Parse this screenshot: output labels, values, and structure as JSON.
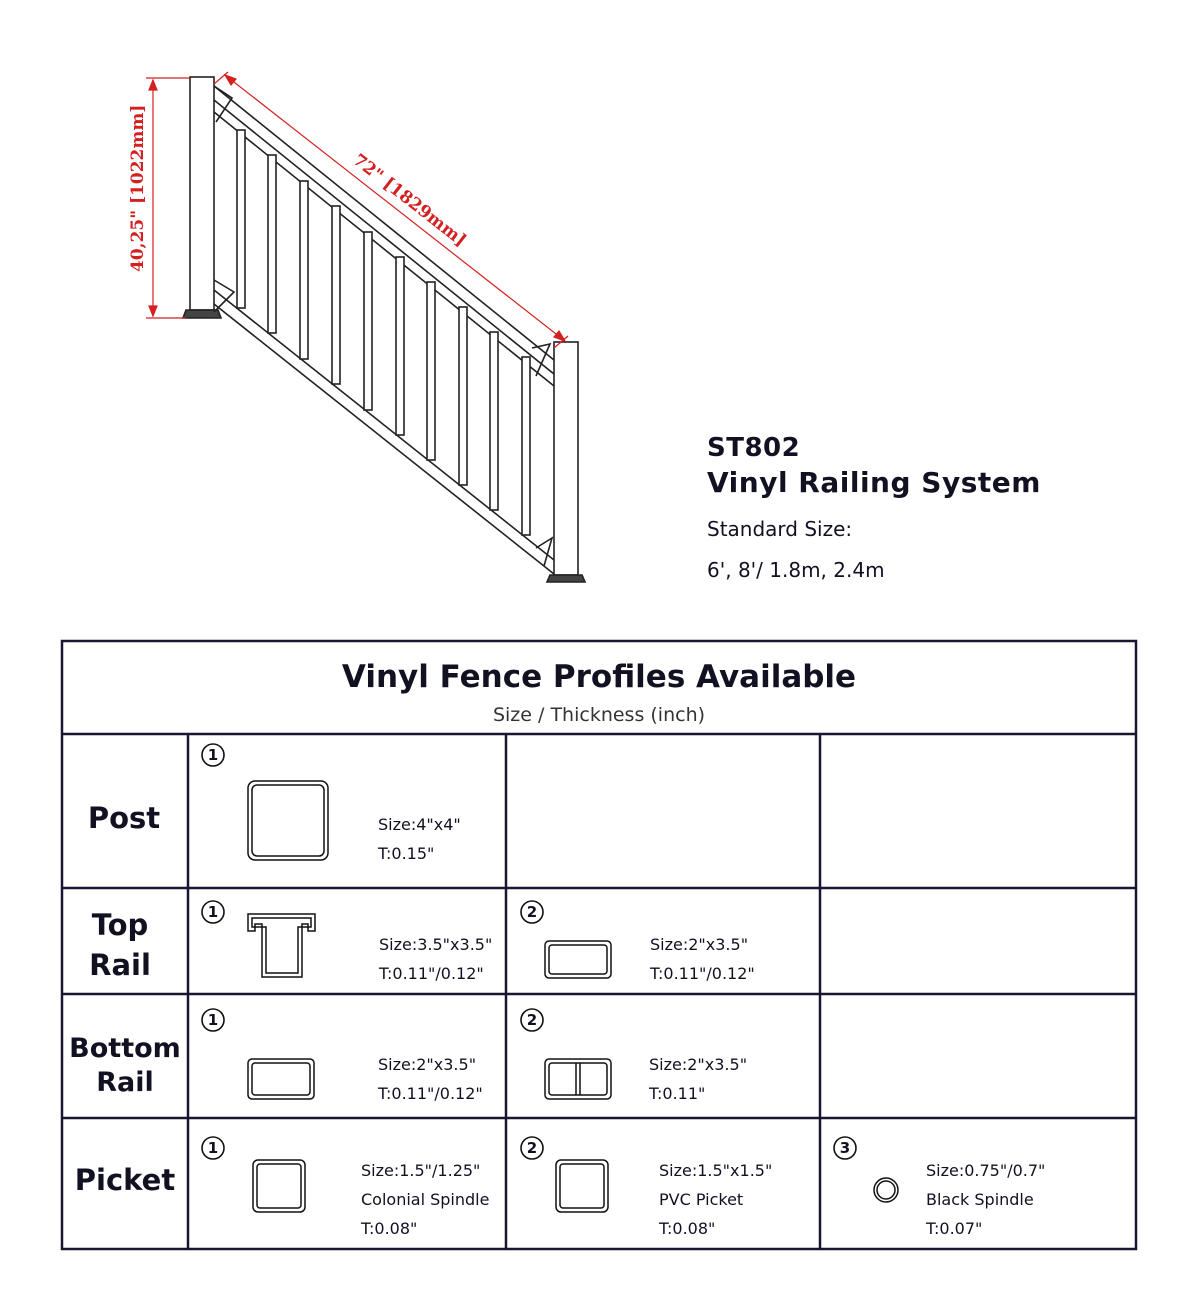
{
  "drawing": {
    "height_dimension": "40,25\" [1022mm]",
    "length_dimension": "72\" [1829mm]",
    "dimension_color": "#d42020"
  },
  "product": {
    "model": "ST802",
    "name": "Vinyl Railing System",
    "standard_size_label": "Standard Size:",
    "standard_sizes": "6', 8'/ 1.8m, 2.4m"
  },
  "table": {
    "title": "Vinyl Fence Profiles Available",
    "subtitle": "Size / Thickness (inch)",
    "rows": [
      {
        "label_lines": [
          "Post"
        ],
        "cells": [
          {
            "number": "①",
            "shape": "post-square-profile",
            "specs": [
              "Size:4\"x4\"",
              "T:0.15\""
            ]
          },
          null,
          null
        ]
      },
      {
        "label_lines": [
          "Top",
          "Rail"
        ],
        "cells": [
          {
            "number": "①",
            "shape": "t-rail-profile",
            "specs": [
              "Size:3.5\"x3.5\"",
              "T:0.11\"/0.12\""
            ]
          },
          {
            "number": "②",
            "shape": "rectangle-rail-profile",
            "specs": [
              "Size:2\"x3.5\"",
              "T:0.11\"/0.12\""
            ]
          },
          null
        ]
      },
      {
        "label_lines": [
          "Bottom",
          "Rail"
        ],
        "cells": [
          {
            "number": "①",
            "shape": "rectangle-rail-profile",
            "specs": [
              "Size:2\"x3.5\"",
              "T:0.11\"/0.12\""
            ]
          },
          {
            "number": "②",
            "shape": "divided-rail-profile",
            "specs": [
              "Size:2\"x3.5\"",
              "T:0.11\""
            ]
          },
          null
        ]
      },
      {
        "label_lines": [
          "Picket"
        ],
        "cells": [
          {
            "number": "①",
            "shape": "square-picket-profile",
            "specs": [
              "Size:1.5\"/1.25\"",
              "Colonial Spindle",
              "T:0.08\""
            ]
          },
          {
            "number": "②",
            "shape": "square-picket-profile",
            "specs": [
              "Size:1.5\"x1.5\"",
              "PVC Picket",
              "T:0.08\""
            ]
          },
          {
            "number": "③",
            "shape": "round-spindle-profile",
            "specs": [
              "Size:0.75\"/0.7\"",
              "Black Spindle",
              "T:0.07\""
            ]
          }
        ]
      }
    ]
  }
}
